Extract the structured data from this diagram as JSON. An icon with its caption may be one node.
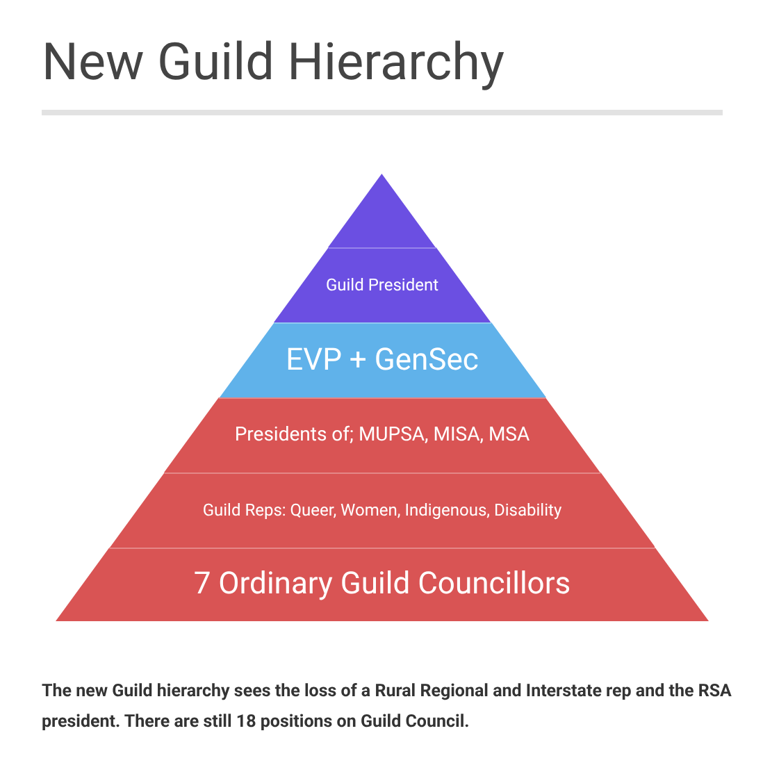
{
  "diagram": {
    "title": "New Guild Hierarchy",
    "caption": "The new Guild hierarchy sees the loss of a Rural Regional and Interstate rep and the RSA president. There are still 18 positions on Guild Council.",
    "nodes": [
      {
        "text": [],
        "shape": "triangle"
      },
      {
        "text": [
          "Guild President"
        ]
      },
      {
        "text": [
          "EVP + GenSec"
        ]
      },
      {
        "text": [
          "Presidents of; MUPSA, MISA, MSA"
        ]
      },
      {
        "text": [
          "Guild Reps: Queer, Women, Indigenous, Disability"
        ]
      },
      {
        "text": [
          "7 Ordinary Guild Councillors"
        ]
      }
    ]
  }
}
